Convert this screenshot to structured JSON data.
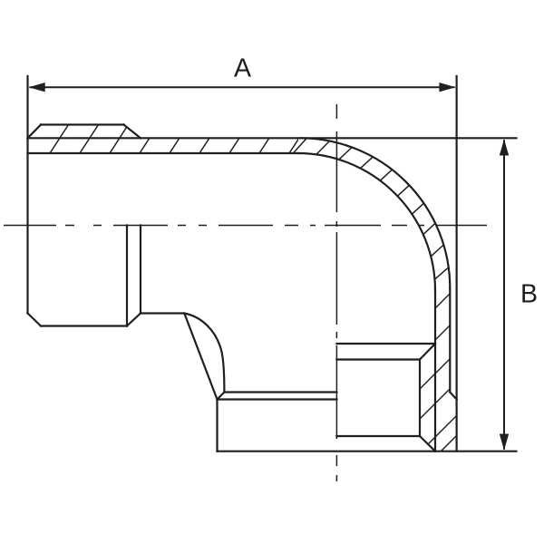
{
  "figure": {
    "type": "technical-drawing",
    "subject": "90-degree street elbow pipe fitting, half-section view",
    "features": [
      "male tapered thread on left horizontal arm",
      "female threaded socket on bottom vertical branch",
      "section hatching on cut walls",
      "dash-dot centerlines through both axes"
    ],
    "background_color": "#ffffff",
    "line_color": "#1f1f1f",
    "dimensions": {
      "horizontal": {
        "label": "A",
        "description": "overall end-to-end length across the top"
      },
      "vertical": {
        "label": "B",
        "description": "overall height from top face to bottom face"
      }
    }
  }
}
